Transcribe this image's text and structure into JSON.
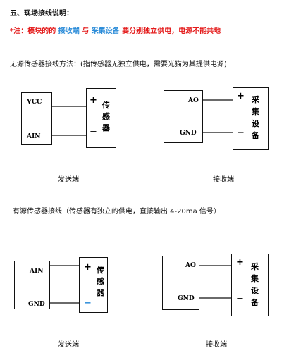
{
  "section_title": "五、现场接线说明：",
  "note": {
    "star": "*",
    "prefix": "注：模块的的",
    "receiver": "接收端",
    "and": "与",
    "collector": "采集设备",
    "suffix": "要分别独立供电，电源不能共地"
  },
  "passive": {
    "heading": "无源传感器接线方法：(指传感器无独立供电，需要光猫为其提供电源)",
    "sender": {
      "pins": [
        "VCC",
        "AIN"
      ],
      "device": [
        "传",
        "感",
        "器"
      ],
      "signs": [
        "+",
        "−"
      ],
      "caption": "发送端"
    },
    "receiver": {
      "pins": [
        "AO",
        "GND"
      ],
      "device": [
        "采",
        "集",
        "设",
        "备"
      ],
      "signs": [
        "+",
        "−"
      ],
      "caption": "接收端"
    }
  },
  "active": {
    "heading": "有源传感器接线（传感器有独立的供电，直接输出 4-20ma 信号）",
    "sender": {
      "pins": [
        "AIN",
        "GND"
      ],
      "device": [
        "传",
        "感",
        "器"
      ],
      "signs": [
        "+",
        "−"
      ],
      "caption": "发送端"
    },
    "receiver": {
      "pins": [
        "AO",
        "GND"
      ],
      "device": [
        "采",
        "集",
        "设",
        "备"
      ],
      "signs": [
        "+",
        "−"
      ],
      "caption": "接收端"
    }
  },
  "colors": {
    "red": "#e41b1b",
    "blue": "#2a8bd8",
    "line": "#111111"
  }
}
